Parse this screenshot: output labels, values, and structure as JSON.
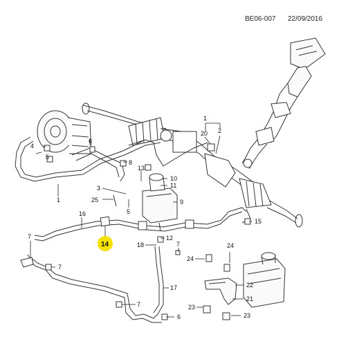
{
  "header": {
    "doc_code": "BE06-007",
    "date": "22/09/2016"
  },
  "highlight_color": "#f5e200",
  "callouts": {
    "c1_top": "1",
    "c2": "2",
    "c20": "20",
    "c10": "10",
    "c11": "11",
    "c9": "9",
    "c13": "13",
    "c8": "8",
    "c3": "3",
    "c25": "25",
    "c1_left": "1",
    "c5_left": "5",
    "c4": "4",
    "c6_top": "6",
    "c5_mid": "5",
    "c15": "15",
    "c16": "16",
    "c14": "14",
    "c12": "12",
    "c18": "18",
    "c7_a": "7",
    "c7_b": "7",
    "c7_c": "7",
    "c7_d": "7",
    "c24_a": "24",
    "c24_b": "24",
    "c17": "17",
    "c22": "22",
    "c21": "21",
    "c23_a": "23",
    "c23_b": "23",
    "c6_bottom": "6"
  }
}
